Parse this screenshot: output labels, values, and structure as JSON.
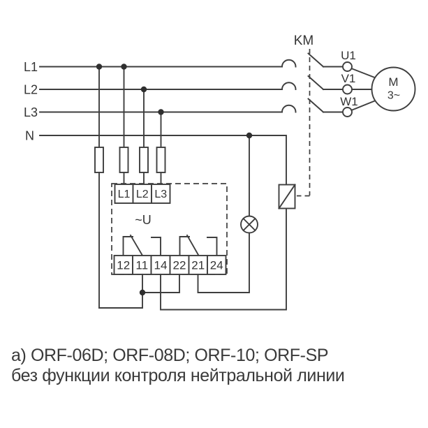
{
  "diagram": {
    "phase_labels": [
      "L1",
      "L2",
      "L3",
      "N"
    ],
    "contactor": {
      "label": "KM"
    },
    "motor": {
      "terminals": [
        "U1",
        "V1",
        "W1"
      ],
      "label": "M",
      "type": "3~"
    },
    "relay": {
      "input_terminals": [
        "L1",
        "L2",
        "L3"
      ],
      "supply_label": "~U",
      "output_terminals": [
        "12",
        "11",
        "14",
        "22",
        "21",
        "24"
      ]
    },
    "caption": {
      "line1": "а) ORF-06D; ORF-08D; ORF-10; ORF-SP",
      "line2": "без функции контроля нейтральной линии"
    },
    "colors": {
      "line": "#3e3e3e",
      "text": "#343434",
      "background": "#ffffff"
    }
  }
}
